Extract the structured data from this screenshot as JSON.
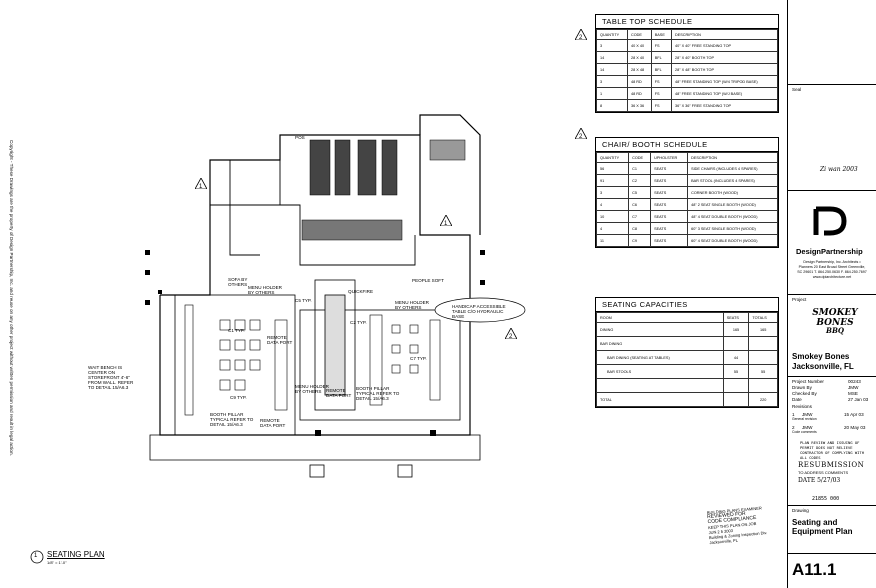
{
  "copyright": "Copyright - These Drawings are the property of Design Partnership, Inc. and reuse on any other project without written permission and result in legal action.",
  "table_top_schedule": {
    "title": "TABLE TOP SCHEDULE",
    "delta": "2",
    "headers": [
      "QUANTITY",
      "CODE",
      "BASE",
      "DESCRIPTION"
    ],
    "rows": [
      [
        "3",
        "40 X 40",
        "FS",
        "40\" X 40\" FREE STANDING TOP"
      ],
      [
        "14",
        "28 X 40",
        "BFL",
        "28\" X 40\" BOOTH TOP"
      ],
      [
        "14",
        "28 X 48",
        "BFL",
        "28\" X 48\" BOOTH TOP"
      ],
      [
        "3",
        "48 RD",
        "FS",
        "48\" FREE STANDING TOP (W/4 TRIPOD BASE)"
      ],
      [
        "1",
        "48 RD",
        "FS",
        "48\" FREE STANDING TOP (W/J BASE)"
      ],
      [
        "8",
        "36 X 36",
        "FS",
        "36\" X 36\" FREE STANDING TOP"
      ]
    ]
  },
  "chair_booth_schedule": {
    "title": "CHAIR/ BOOTH SCHEDULE",
    "delta": "2",
    "headers": [
      "QUANTITY",
      "CODE",
      "UPHOLSTER",
      "DESCRIPTION"
    ],
    "rows": [
      [
        "56",
        "C1",
        "SEATS",
        "SIDE CHAIRS (INCLUDES 4 SPARES)"
      ],
      [
        "91",
        "C2",
        "SEATS",
        "BAR STOOL (INCLUDES 4 SPARES)"
      ],
      [
        "3",
        "C5",
        "SEATS",
        "CORNER BOOTH (WOOD)"
      ],
      [
        "4",
        "C6",
        "SEATS",
        "48\" 2 SEAT SINGLE BOOTH (WOOD)"
      ],
      [
        "10",
        "C7",
        "SEATS",
        "48\" 4 SEAT DOUBLE BOOTH (WOOD)"
      ],
      [
        "4",
        "C8",
        "SEATS",
        "60\" 3 SEAT SINGLE BOOTH (WOOD)"
      ],
      [
        "11",
        "C9",
        "SEATS",
        "60\" 4 SEAT DOUBLE BOOTH (WOOD)"
      ]
    ]
  },
  "seating_capacities": {
    "title": "SEATING CAPACITIES",
    "headers": [
      "ROOM",
      "SEATS",
      "TOTALS"
    ],
    "rows": [
      [
        "DINING",
        "165",
        "165"
      ],
      [
        "BAR DINING",
        "",
        ""
      ],
      [
        "BAR DINING (SEATING AT TABLES)",
        "44",
        ""
      ],
      [
        "BAR STOOLS",
        "55",
        "55"
      ],
      [
        "",
        "",
        " "
      ],
      [
        "TOTAL",
        "",
        "220"
      ]
    ]
  },
  "plan_labels": {
    "wait_bench": "WAIT BENCH IS CENTER ON STOREFRONT 4'-6\" FROM WALL. REFER TO DETAIL 15/A6.3",
    "menu_holder_1": "MENU HOLDER BY OTHERS",
    "menu_holder_2": "MENU HOLDER BY OTHERS",
    "menu_holder_3": "MENU HOLDER BY OTHERS",
    "sofa": "SOFA BY OTHERS",
    "remote_data_port_1": "REMOTE DATA PORT",
    "remote_data_port_2": "REMOTE DATA PORT",
    "remote_data_port_3": "REMOTE DATA PORT",
    "booth_pillar_1": "BOOTH PILLAR TYPICAL REFER TO DETAIL 15/A6.3",
    "booth_pillar_2": "BOOTH PILLAR TYPICAL REFER TO DETAIL 15/A6.3",
    "handicap": "HANDICAP ACCESSIBLE TABLE C/O HYDRAULIC BASE",
    "people_soft": "PEOPLE SOFT",
    "quickfire": "QUICKFIRE",
    "pos": "POS",
    "c1_typ": "C1 TYP.",
    "c5_typ": "C5 TYP.",
    "c2_typ": "C2 TYP.",
    "c9_typ": "C9 TYP.",
    "c7_typ": "C7 TYP."
  },
  "drawing_title": {
    "number": "1",
    "name": "SEATING PLAN",
    "scale": "1/8\" = 1'-0\""
  },
  "title_block": {
    "seal_label": "Seal",
    "signature": "Zi wan 2003",
    "firm_name": "DesignPartnership",
    "firm_details": "Design Partnership, Inc. Architects • Planners 20 East Broad Street Greenville, SC 29601 T. 864.250.0630 F. 864.250.7697 www.dpiarchitecture.net",
    "project_label": "Project",
    "brand_line1": "SMOKEY BONES",
    "brand_line2": "BBQ",
    "project_name": "Smokey Bones",
    "project_location": "Jacksonville, FL",
    "project_number_label": "Project Number",
    "project_number": "00243",
    "drawn_by_label": "Drawn By",
    "drawn_by": "JMW",
    "checked_by_label": "Checked By",
    "checked_by": "MSE",
    "date_label": "Date",
    "date": "27 Jan 03",
    "revisions_label": "Revisions",
    "revisions": [
      {
        "num": "1",
        "by": "JMW",
        "date": "15 Apr 03",
        "note": "General revision"
      },
      {
        "num": "2",
        "by": "JMW",
        "date": "20 May 03",
        "note": "Code comments"
      }
    ],
    "plan_review_note": "PLAN REVIEW AND ISSUING OF PERMIT DOES NOT RELIEVE CONTRACTOR OF COMPLYING WITH ALL CODES",
    "resubmission": "RESUBMISSION",
    "resubmission_sub": "TO ADDRESS COMMENTS",
    "resub_date": "DATE 5/27/03",
    "permit_number": "21855 000",
    "drawing_label": "Drawing",
    "drawing_name_1": "Seating and",
    "drawing_name_2": "Equipment Plan",
    "sheet": "A11.1"
  },
  "code_stamp": {
    "l1": "BUILDING PLANS EXAMINER",
    "l2": "REVIEWED FOR",
    "l3": "CODE COMPLIANCE",
    "l4": "KEEP THIS PLAN ON JOB",
    "l5": "JUN 2 5 2003",
    "l6": "Building & Zoning Inspection Div. Jacksonville, FL"
  }
}
